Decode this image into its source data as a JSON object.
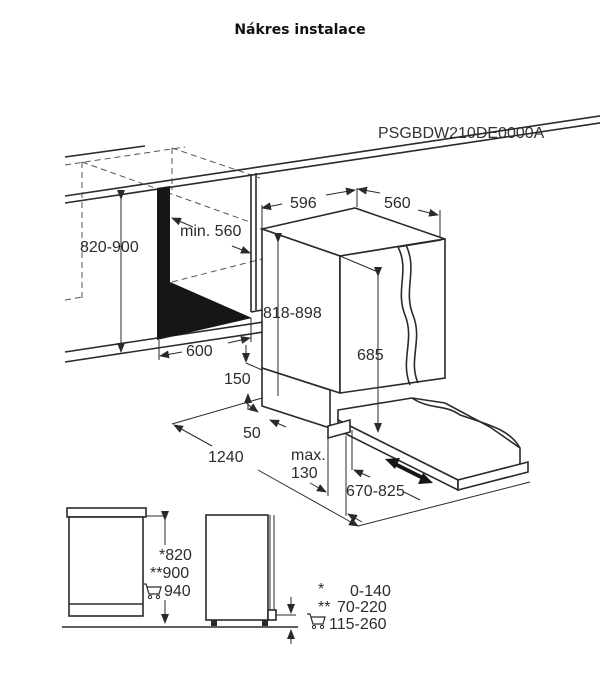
{
  "page": {
    "title": "Nákres instalace",
    "model_code": "PSGBDW210DE0000A"
  },
  "dimensions": {
    "cabinet_height": "820-900",
    "min_depth": "min. 560",
    "niche_width": "600",
    "appliance_width": "596",
    "appliance_depth": "560",
    "appliance_height": "818-898",
    "door_height": "685",
    "plinth_height": "150",
    "plinth_depth": "50",
    "max_label": "max.",
    "max_value": "130",
    "door_open_depth": "1240",
    "plinth_adjust": "670-825"
  },
  "side_view": {
    "heights": [
      {
        "marker": "*",
        "value": "820"
      },
      {
        "marker": "**",
        "value": "900"
      },
      {
        "marker": "cart-icon",
        "value": "940"
      }
    ],
    "feet_adjust": [
      {
        "marker": "*",
        "value": "0-140"
      },
      {
        "marker": "**",
        "value": "70-220"
      },
      {
        "marker": "cart-icon",
        "value": "115-260"
      }
    ]
  },
  "colors": {
    "line": "#2a2a2a",
    "dark_fill": "#161616",
    "background": "#ffffff"
  }
}
